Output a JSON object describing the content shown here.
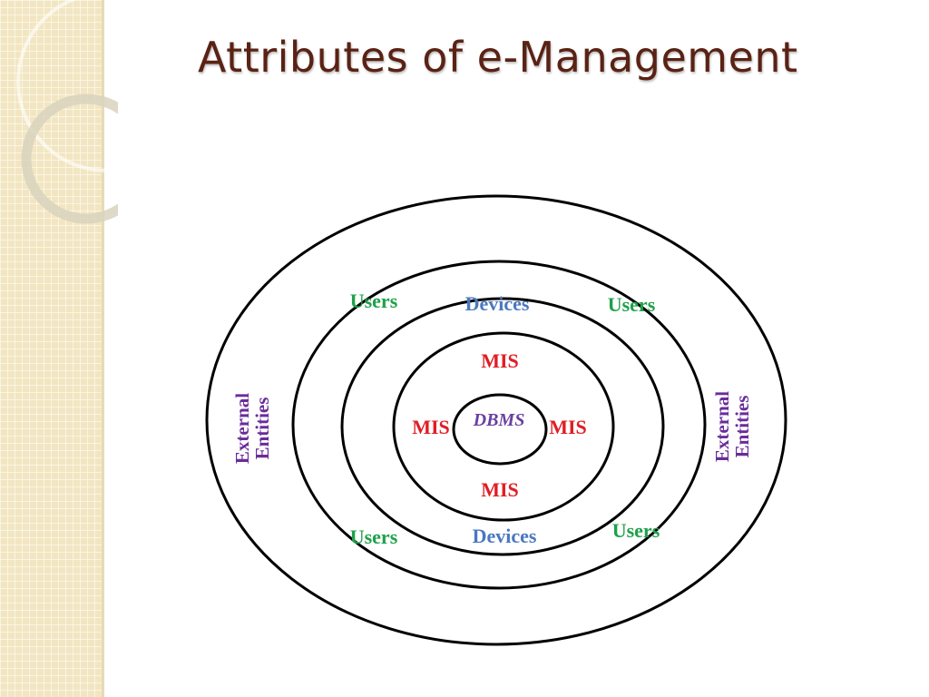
{
  "slide": {
    "title": "Attributes of e-Management"
  },
  "diagram": {
    "labels": {
      "users": "Users",
      "devices": "Devices",
      "mis": "MIS",
      "dbms": "DBMS",
      "external_line1": "External",
      "external_line2": "Entities"
    },
    "colors": {
      "users": "#1fa04a",
      "devices": "#4a78c0",
      "mis": "#e01e24",
      "dbms": "#6a3fa0",
      "external": "#6a2c9a",
      "title": "#5a2214",
      "sidebar": "#f2e6c2"
    }
  }
}
